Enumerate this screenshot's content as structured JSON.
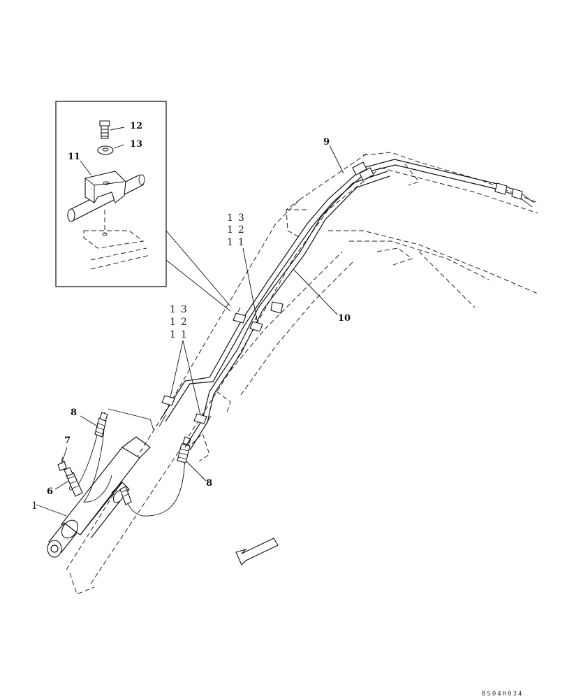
{
  "callouts": {
    "c1": "1",
    "c6": "6",
    "c7": "7",
    "c8a": "8",
    "c8b": "8",
    "c9": "9",
    "c10": "10",
    "c11": "11",
    "c12": "12",
    "c13": "13"
  },
  "stack_upper": [
    "13",
    "12",
    "11"
  ],
  "stack_lower": [
    "13",
    "12",
    "11"
  ],
  "drawing_code": "BS04H034"
}
